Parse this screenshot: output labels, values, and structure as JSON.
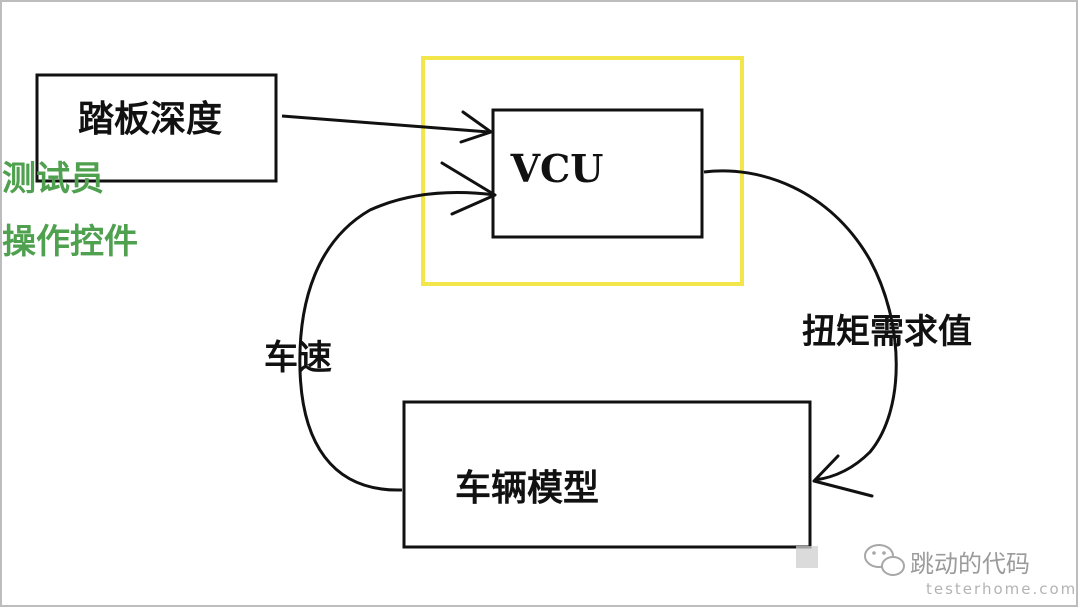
{
  "diagram": {
    "boxes": {
      "pedal": "踏板深度",
      "vcu": "VCU",
      "vehicle_model": "车辆模型"
    },
    "notes": {
      "tester_line1": "测试员",
      "tester_line2": "操作控件"
    },
    "edge_labels": {
      "vehicle_speed": "车速",
      "torque_demand": "扭矩需求值"
    },
    "colors": {
      "highlight_border": "#f2e64a",
      "note_text": "#4fa04f",
      "line": "#111111"
    }
  },
  "watermark": {
    "channel_name": "跳动的代码",
    "site": "testerhome.com"
  }
}
